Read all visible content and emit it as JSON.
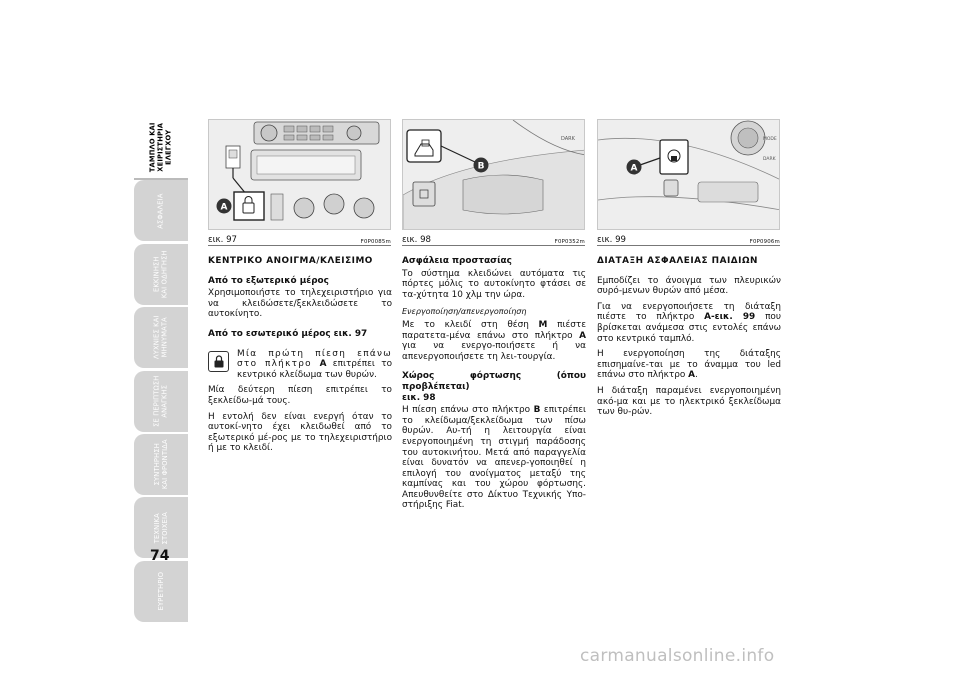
{
  "tabs": [
    {
      "label": "ΤΑΜΠΛΟ ΚΑΙ\nΧΕΙΡΙΣΤΗΡΙΑ\nΕΛΕΓΧΟΥ",
      "active": true
    },
    {
      "label": "ΑΣΦΑΛΕΙΑ",
      "active": false
    },
    {
      "label": "ΕΚΚΙΝΗΣΗ\nΚΑΙ ΟΔΗΓΗΣΗ",
      "active": false
    },
    {
      "label": "ΛΥΧΝΙΕΣ ΚΑΙ\nΜΗΝΥΜΑΤΑ",
      "active": false
    },
    {
      "label": "ΣΕ ΠΕΡΙΠΤΩΣΗ\nΑΝΑΓΚΗΣ",
      "active": false
    },
    {
      "label": "ΣΥΝΤΗΡΗΣΗ\nΚΑΙ ΦΡΟΝΤΙΔΑ",
      "active": false
    },
    {
      "label": "ΤΕΧΝΙΚΑ\nΣΤΟΙΧΕΙΑ",
      "active": false
    },
    {
      "label": "ΕΥΡΕΤΗΡΙΟ",
      "active": false
    }
  ],
  "page_number": "74",
  "figures": [
    {
      "label": "εικ. 97",
      "code": "F0P0085m",
      "callout": "A"
    },
    {
      "label": "εικ. 98",
      "code": "F0P0352m",
      "callout": "B",
      "panel_text": "DARK"
    },
    {
      "label": "εικ. 99",
      "code": "F0P0906m",
      "callout": "A",
      "panel_text_1": "MODE",
      "panel_text_2": "DARK"
    }
  ],
  "col1": {
    "heading": "ΚΕΝΤΡΙΚΟ ΑΝΟΙΓΜΑ/ΚΛΕΙΣΙΜΟ",
    "sub1": "Από το εξωτερικό μέρος",
    "p1": "Χρησιμοποιήστε το τηλεχειριστήριο για να κλειδώσετε/ξεκλειδώσετε το αυτοκίνητο.",
    "sub2": "Από το εσωτερικό μέρος εικ. 97",
    "p2_before": "Μία πρώτη πίεση επάνω στο πλήκτρο ",
    "p2_bold": "A",
    "p2_after": " επιτρέπει το κεντρικό κλείδωμα των θυρών.",
    "p3": "Μία δεύτερη πίεση επιτρέπει το ξεκλείδω-μά τους.",
    "p4": "Η εντολή δεν είναι ενεργή όταν το αυτοκί-νητο έχει κλειδωθεί από το εξωτερικό μέ-ρος με το τηλεχειριστήριο ή με το κλειδί."
  },
  "col2": {
    "sub1": "Ασφάλεια προστασίας",
    "p1": "Το σύστημα κλειδώνει αυτόματα τις πόρτες μόλις το αυτοκίνητο φτάσει σε τα-χύτητα 10 χλμ την ώρα.",
    "italic_sub": "Ενεργοποίηση/απενεργοποίηση",
    "p2_before": "Με το κλειδί στη θέση ",
    "p2_bold1": "M",
    "p2_mid": " πιέστε παρατετα-μένα επάνω στο πλήκτρο ",
    "p2_bold2": "A",
    "p2_after": " για να ενεργο-ποιήσετε ή να απενεργοποιήσετε τη λει-τουργία.",
    "sub2": "Χώρος φόρτωσης (όπου προβλέπεται)",
    "sub2_ref": "εικ. 98",
    "p3_before": "Η πίεση επάνω στο πλήκτρο ",
    "p3_bold": "B",
    "p3_after": " επιτρέπει το κλείδωμα/ξεκλείδωμα των πίσω θυρών. Αυ-τή η λειτουργία είναι ενεργοποιημένη τη στιγμή παράδοσης του αυτοκινήτου. Μετά από παραγγελία είναι δυνατόν να απενερ-γοποιηθεί η επιλογή του ανοίγματος μεταξύ της καμπίνας και του χώρου φόρτωσης. Απευθυνθείτε στο Δίκτυο Τεχνικής Υπο-στήριξης Fiat."
  },
  "col3": {
    "heading": "ΔΙΑΤΑΞΗ ΑΣΦΑΛΕΙΑΣ ΠΑΙΔΙΩΝ",
    "p1": "Εμποδίζει το άνοιγμα των πλευρικών συρό-μενων θυρών από μέσα.",
    "p2_before": "Για να ενεργοποιήσετε τη διάταξη πιέστε το πλήκτρο ",
    "p2_bold": "A-εικ. 99",
    "p2_after": " που βρίσκεται ανάμεσα στις εντολές επάνω στο κεντρικό ταμπλό.",
    "p3_before": "Η ενεργοποίηση της διάταξης επισημαίνε-ται με το άναμμα του led επάνω στο πλήκτρο ",
    "p3_bold": "A",
    "p3_after": ".",
    "p4": "Η διάταξη παραμένει ενεργοποιημένη ακό-μα και με το ηλεκτρικό ξεκλείδωμα των θυ-ρών."
  },
  "watermark": "carmanualsonline.info"
}
